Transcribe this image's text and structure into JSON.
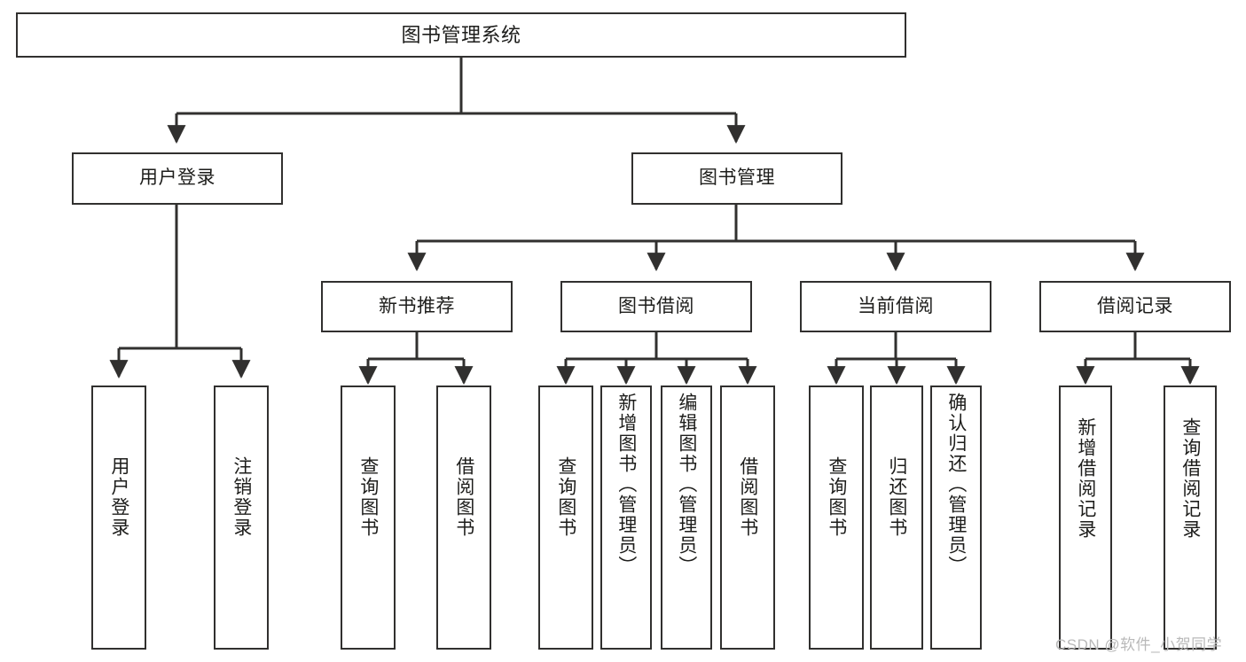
{
  "diagram": {
    "title": "图书管理系统",
    "type": "tree-hierarchy",
    "root": {
      "id": "root",
      "label": "图书管理系统"
    },
    "level2": [
      {
        "id": "user-login",
        "label": "用户登录"
      },
      {
        "id": "book-manage",
        "label": "图书管理"
      }
    ],
    "level3": [
      {
        "id": "new-book-recommend",
        "label": "新书推荐",
        "parent": "book-manage"
      },
      {
        "id": "book-borrow",
        "label": "图书借阅",
        "parent": "book-manage"
      },
      {
        "id": "current-borrow",
        "label": "当前借阅",
        "parent": "book-manage"
      },
      {
        "id": "borrow-record",
        "label": "借阅记录",
        "parent": "book-manage"
      }
    ],
    "leaves": [
      {
        "id": "leaf-user-login",
        "label": "用户登录",
        "parent": "user-login"
      },
      {
        "id": "leaf-logout",
        "label": "注销登录",
        "parent": "user-login"
      },
      {
        "id": "leaf-query-book-1",
        "label": "查询图书",
        "parent": "new-book-recommend"
      },
      {
        "id": "leaf-borrow-book-1",
        "label": "借阅图书",
        "parent": "new-book-recommend"
      },
      {
        "id": "leaf-query-book-2",
        "label": "查询图书",
        "parent": "book-borrow"
      },
      {
        "id": "leaf-add-book",
        "label": "新增图书（管理员）",
        "parent": "book-borrow"
      },
      {
        "id": "leaf-edit-book",
        "label": "编辑图书（管理员）",
        "parent": "book-borrow"
      },
      {
        "id": "leaf-borrow-book-2",
        "label": "借阅图书",
        "parent": "book-borrow"
      },
      {
        "id": "leaf-query-book-3",
        "label": "查询图书",
        "parent": "current-borrow"
      },
      {
        "id": "leaf-return-book",
        "label": "归还图书",
        "parent": "current-borrow"
      },
      {
        "id": "leaf-confirm-return",
        "label": "确认归还（管理员）",
        "parent": "current-borrow"
      },
      {
        "id": "leaf-add-record",
        "label": "新增借阅记录",
        "parent": "borrow-record"
      },
      {
        "id": "leaf-query-record",
        "label": "查询借阅记录",
        "parent": "borrow-record"
      }
    ],
    "colors": {
      "border": "#31302f",
      "background": "#ffffff",
      "text": "#1d1d1b",
      "connector": "#31302f",
      "watermark": "#b9b9b9"
    }
  },
  "watermark": {
    "text": "CSDN @软件_小贺同学"
  }
}
